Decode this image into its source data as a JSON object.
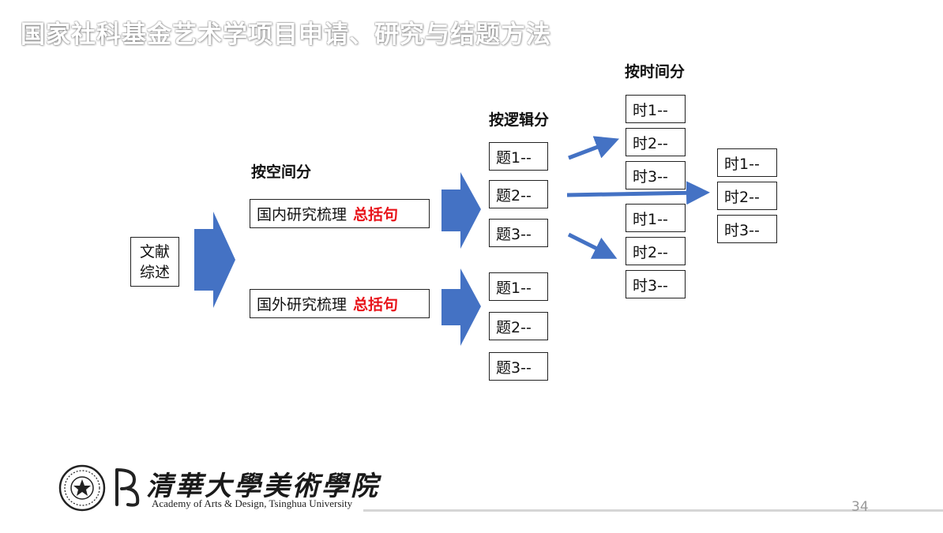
{
  "title": "国家社科基金艺术学项目申请、研究与结题方法",
  "colors": {
    "arrow": "#4472C4",
    "highlight": "#E8141A",
    "title": "#FFFFFF"
  },
  "diagram": {
    "root": {
      "line1": "文献",
      "line2": "综述"
    },
    "space_label": "按空间分",
    "space_items": [
      {
        "text": "国内研究梳理",
        "highlight": "总括句"
      },
      {
        "text": "国外研究梳理",
        "highlight": "总括句"
      }
    ],
    "logic_label": "按逻辑分",
    "topics_group_1": [
      "题1--",
      "题2--",
      "题3--"
    ],
    "topics_group_2": [
      "题1--",
      "题2--",
      "题3--"
    ],
    "time_label": "按时间分",
    "time_group_1": [
      "时1--",
      "时2--",
      "时3--"
    ],
    "time_group_2": [
      "时1--",
      "时2--",
      "时3--"
    ],
    "time_group_3": [
      "时1--",
      "时2--",
      "时3--"
    ]
  },
  "footer": {
    "logo_cn": "清華大學美術學院",
    "logo_en": "Academy of Arts & Design, Tsinghua University",
    "page_number": "34"
  }
}
